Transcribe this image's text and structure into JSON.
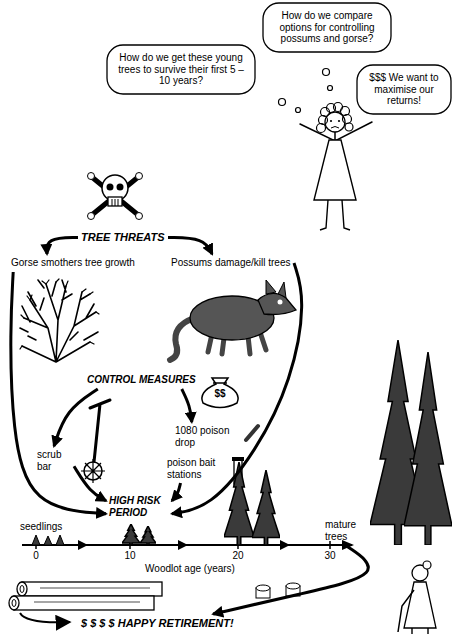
{
  "diagram": {
    "nodes": [
      {
        "text": [
          "How do we compare options for controlling possums and gorse?"
        ]
      },
      {
        "text": [
          "How do we get these young trees to survive their first 5 – 10 years?"
        ]
      },
      {
        "text": [
          "$$$ We want to maximise our returns!"
        ]
      },
      {
        "text": [
          "TREE THREATS"
        ]
      },
      {
        "text": [
          "Gorse smothers tree growth"
        ]
      },
      {
        "text": [
          "Possums damage/kill trees"
        ]
      },
      {
        "text": [
          "CONTROL MEASURES"
        ]
      },
      {
        "text": [
          "scrub bar"
        ]
      },
      {
        "text": [
          "1080 poison drop"
        ]
      },
      {
        "text": [
          "poison bait stations"
        ]
      },
      {
        "text": [
          "HIGH RISK PERIOD"
        ]
      },
      {
        "text": [
          "mature trees"
        ]
      },
      {
        "text": [
          "$ $ $ $ HAPPY RETIREMENT!"
        ]
      }
    ],
    "edges": [
      {
        "from": 3,
        "to": 4,
        "arrow": "to"
      },
      {
        "from": 3,
        "to": 5,
        "arrow": "to"
      },
      {
        "from": 6,
        "to": 7,
        "arrow": "to"
      },
      {
        "from": 6,
        "to": 8,
        "arrow": "to"
      },
      {
        "from": 4,
        "to": 10,
        "arrow": "to"
      },
      {
        "from": 7,
        "to": 10,
        "arrow": "to"
      },
      {
        "from": 5,
        "to": 10,
        "arrow": "to"
      },
      {
        "from": 9,
        "to": 10,
        "arrow": "to"
      },
      {
        "from": 11,
        "to": 12,
        "arrow": "to"
      }
    ],
    "labels": [
      "$$",
      "seedlings",
      "0",
      "10",
      "20",
      "30",
      "Woodlot age (years)"
    ]
  }
}
